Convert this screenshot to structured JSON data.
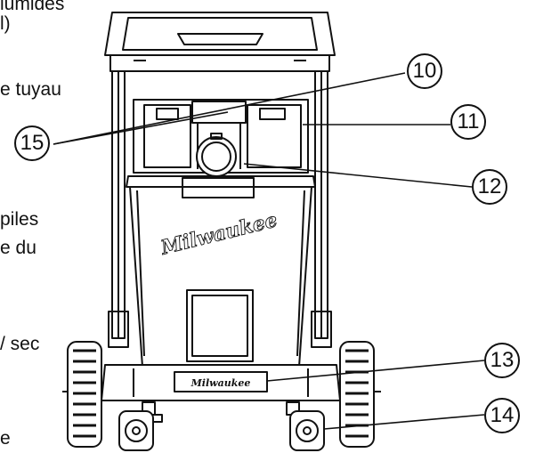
{
  "text_fragments": {
    "t1": "lumides",
    "t2": "l)",
    "t3": "e tuyau",
    "t4": "piles",
    "t5": "e du",
    "t6": "/ sec",
    "t7": "e"
  },
  "callouts": {
    "c10": "10",
    "c11": "11",
    "c12": "12",
    "c13": "13",
    "c14": "14",
    "c15": "15"
  },
  "brand": {
    "body_logo": "Milwaukee",
    "base_logo": "Milwaukee"
  },
  "colors": {
    "line": "#111111",
    "background": "#ffffff"
  }
}
